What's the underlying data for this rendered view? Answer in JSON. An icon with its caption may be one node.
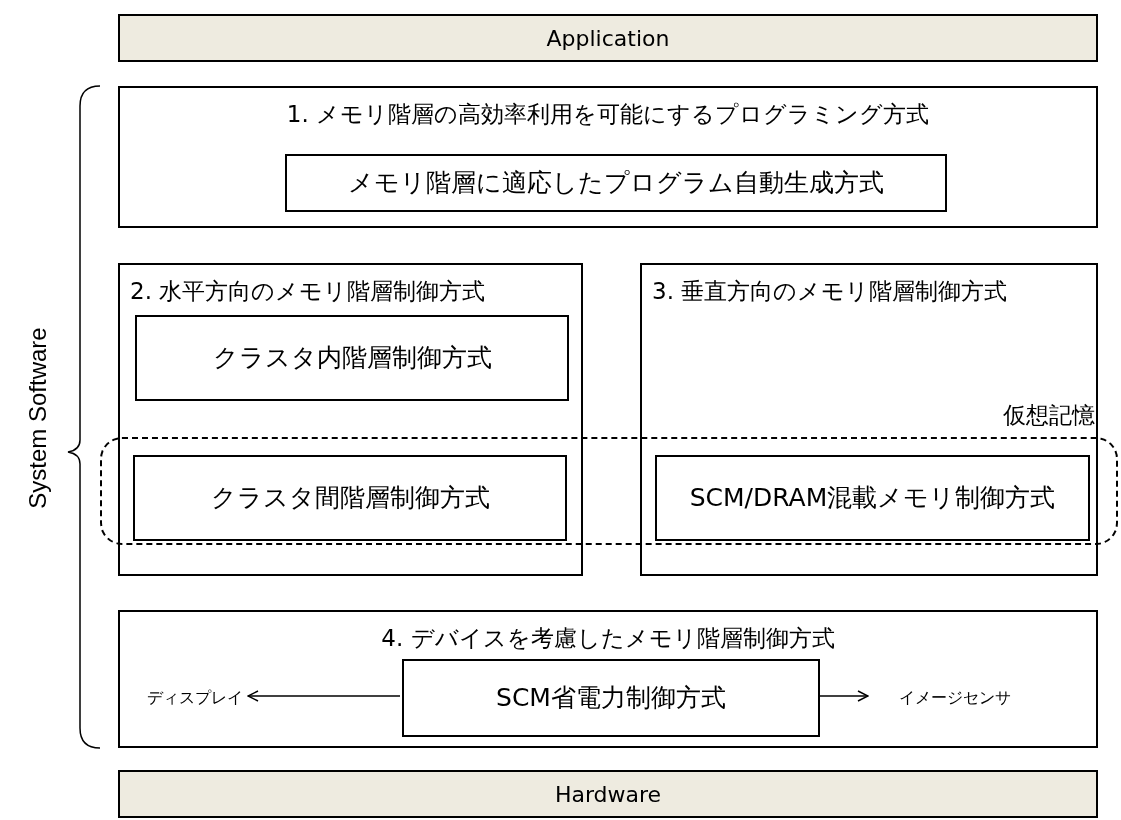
{
  "diagram": {
    "nodes": [
      {
        "text": [
          "Application"
        ]
      },
      {
        "text": [
          "1.  メモリ階層の高効率利用を可能にするプログラミング方式"
        ]
      },
      {
        "text": [
          "メモリ階層に適応したプログラム自動生成方式"
        ],
        "in": 1
      },
      {
        "text": [
          "2. 水平方向のメモリ階層制御方式"
        ]
      },
      {
        "text": [
          "クラスタ内階層制御方式"
        ],
        "in": 3
      },
      {
        "text": [
          "クラスタ間階層制御方式"
        ]
      },
      {
        "text": [
          "3. 垂直方向のメモリ階層制御方式"
        ]
      },
      {
        "text": [
          "SCM/DRAM混載メモリ制御方式"
        ]
      },
      {
        "text": [],
        "shape": "box"
      },
      {
        "text": [
          "4. デバイスを考慮したメモリ階層制御方式"
        ]
      },
      {
        "text": [
          "SCM省電力制御方式"
        ],
        "in": 9
      },
      {
        "text": [
          "ディスプレイ"
        ],
        "in": 9
      },
      {
        "text": [
          "イメージセンサ"
        ],
        "in": 9
      },
      {
        "text": [
          "Hardware"
        ]
      }
    ],
    "edges": [
      {
        "from": 10,
        "to": 11,
        "arrow": "to"
      },
      {
        "from": 10,
        "to": 12,
        "arrow": "to"
      }
    ],
    "labels": [
      "System Software",
      "仮想記憶"
    ]
  }
}
